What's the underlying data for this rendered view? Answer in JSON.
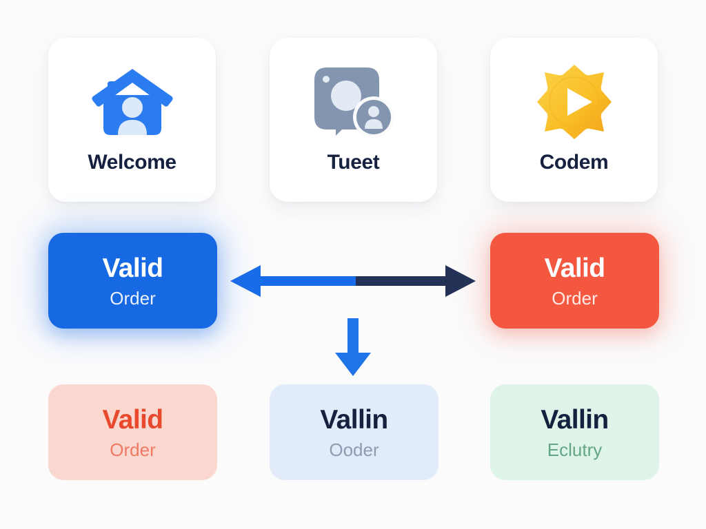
{
  "background_color": "#fbfbfc",
  "palette": {
    "blue": "#1668e3",
    "navy": "#16203f",
    "dark_navy_arrow": "#233156",
    "red": "#f3573f",
    "amber": "#f9bf28",
    "amber_deep": "#f5a623",
    "slate": "#8495b0",
    "tint_red_bg": "#fad8d0",
    "tint_blue_bg": "#e2ebfa",
    "tint_green_bg": "#dff4e8",
    "green_text": "#64a583",
    "gray_text": "#8e9bb0"
  },
  "icon_cards": [
    {
      "id": "welcome",
      "caption": "Welcome",
      "icon": "house-person-icon",
      "icon_color": "#2b7cf0"
    },
    {
      "id": "tueet",
      "caption": "Tueet",
      "icon": "camera-profile-icon",
      "icon_color": "#8495b0"
    },
    {
      "id": "codem",
      "caption": "Codem",
      "icon": "starburst-play-icon",
      "icon_color": "#f9bf28"
    }
  ],
  "status_cards": {
    "blue": {
      "title": "Valid",
      "subtitle": "Order"
    },
    "red": {
      "title": "Valid",
      "subtitle": "Order"
    }
  },
  "tint_cards": [
    {
      "id": "tint-red",
      "title": "Valid",
      "subtitle": "Order"
    },
    {
      "id": "tint-blue",
      "title": "Vallin",
      "subtitle": "Ooder"
    },
    {
      "id": "tint-green",
      "title": "Vallin",
      "subtitle": "Eclutry"
    }
  ],
  "connectors": {
    "horizontal": {
      "name": "double-headed-arrow",
      "left_half_color": "#1a6be8",
      "right_half_color": "#233156"
    },
    "vertical": {
      "name": "down-arrow",
      "color": "#1f74e8"
    }
  }
}
